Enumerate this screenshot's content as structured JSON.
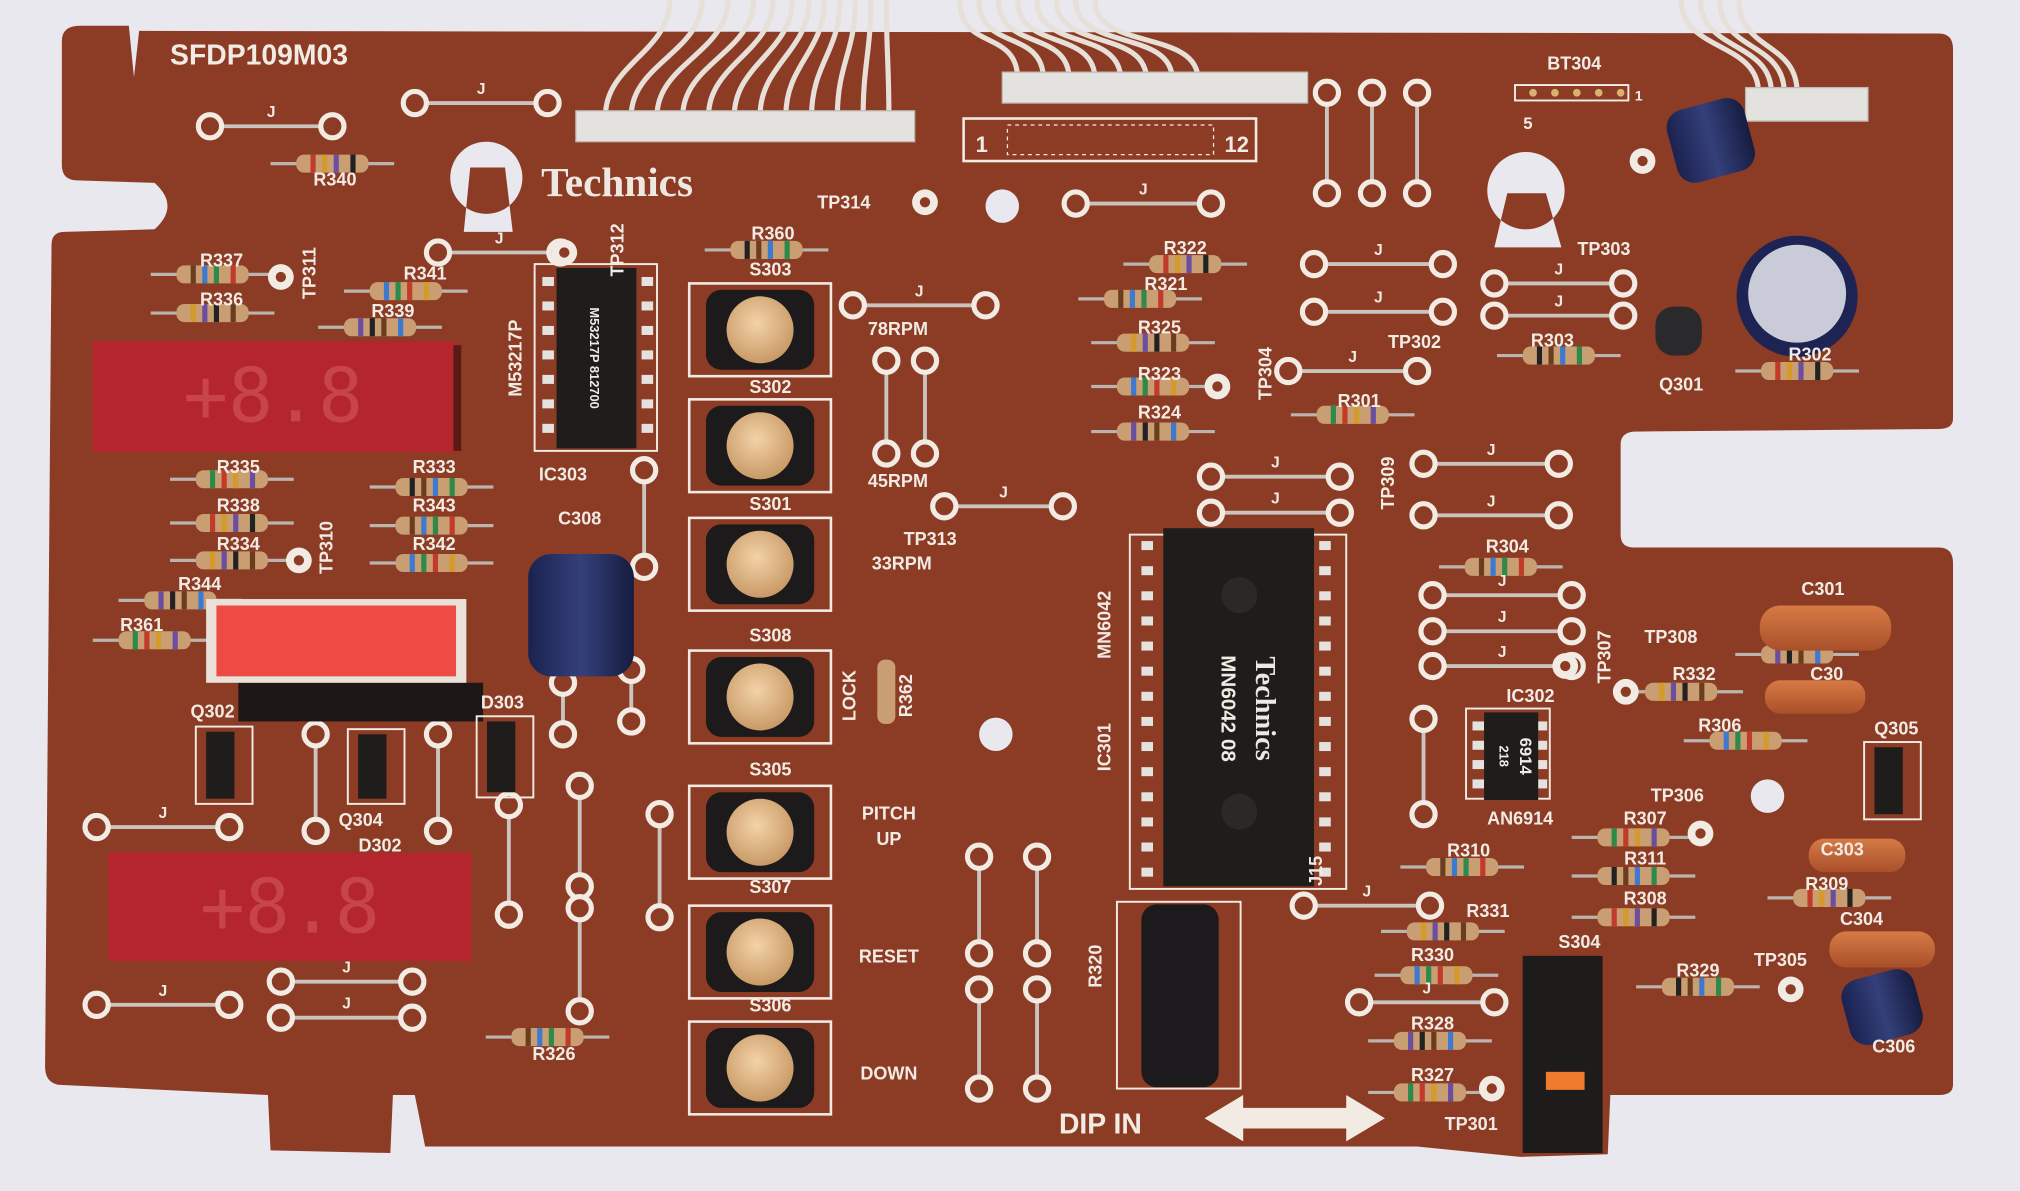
{
  "board": {
    "part_number": "SFDP109M03",
    "brand_logo": "Technics",
    "dip_in_label": "DIP IN",
    "jumper_label": "J",
    "connector_grid": {
      "first": "1",
      "last": "12"
    },
    "bt304_pins": {
      "left": "5",
      "right": "1"
    }
  },
  "silkscreen": [
    "R340",
    "R337",
    "TP311",
    "R336",
    "R341",
    "R339",
    "R335",
    "R333",
    "R338",
    "R343",
    "R334",
    "R342",
    "TP310",
    "R344",
    "R361",
    "C308",
    "IC303",
    "M53217P",
    "TP312",
    "R360",
    "TP314",
    "S303",
    "S302",
    "S301",
    "S308",
    "S305",
    "S307",
    "S306",
    "78RPM",
    "45RPM",
    "TP313",
    "33RPM",
    "LOCK",
    "R362",
    "PITCH",
    "UP",
    "RESET",
    "DOWN",
    "Q302",
    "Q304",
    "D302",
    "D303",
    "R326",
    "R322",
    "R321",
    "R325",
    "R323",
    "R324",
    "TP304",
    "R301",
    "TP302",
    "TP303",
    "R303",
    "R302",
    "Q301",
    "BT304",
    "TP309",
    "R304",
    "IC301",
    "MN6042",
    "IC302",
    "AN6914",
    "TP307",
    "TP308",
    "R332",
    "C301",
    "C30",
    "R306",
    "Q305",
    "TP306",
    "R307",
    "R311",
    "R308",
    "R310",
    "R331",
    "R330",
    "R328",
    "R327",
    "TP301",
    "S304",
    "R329",
    "TP305",
    "C303",
    "R309",
    "C304",
    "C306",
    "R320",
    "J15"
  ],
  "chips": {
    "ic303_marking": "M53217P 812700",
    "ic301_brand": "Technics",
    "ic301_marking": "MN6042 08",
    "ic302_marking_top": "6914",
    "ic302_marking_bottom": "218"
  },
  "displays": [
    "+8.8",
    "",
    "+8.8"
  ],
  "colors": {
    "board": "#8c3b24",
    "silkscreen": "#f1ebe4",
    "background": "#e9e8ef",
    "display_dark": "#b5252e",
    "display_lit": "#ee4b45"
  }
}
